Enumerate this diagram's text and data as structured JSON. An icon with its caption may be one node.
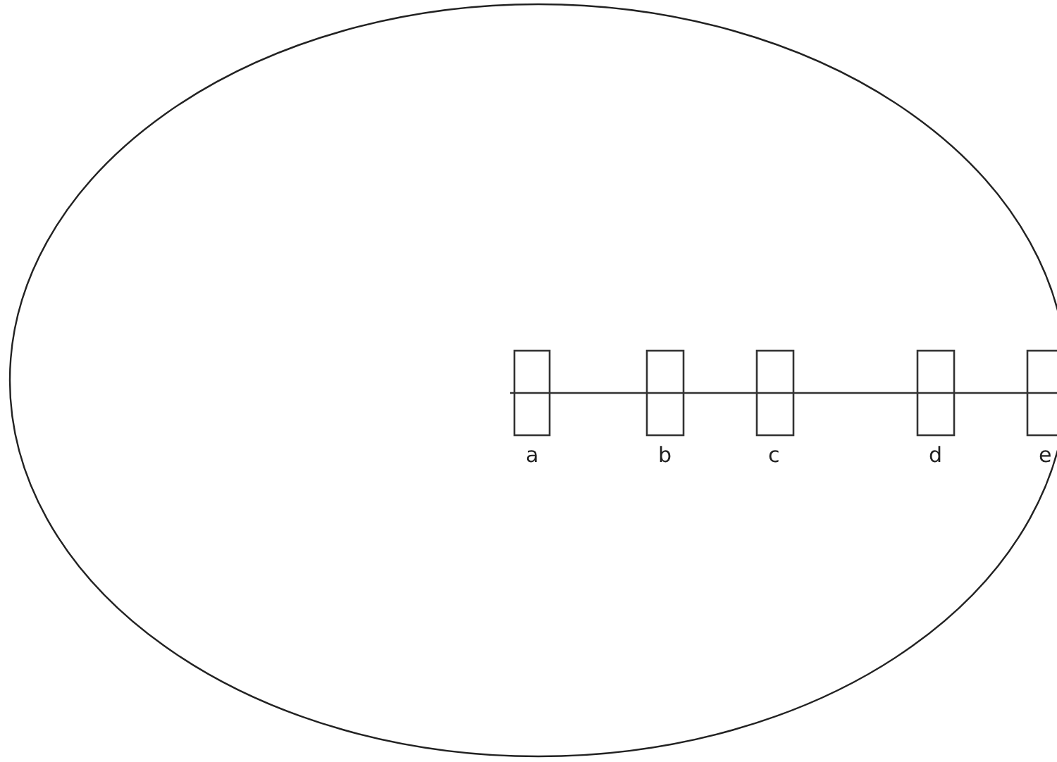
{
  "diagram": {
    "labels": [
      "a",
      "b",
      "c",
      "d",
      "e"
    ]
  }
}
